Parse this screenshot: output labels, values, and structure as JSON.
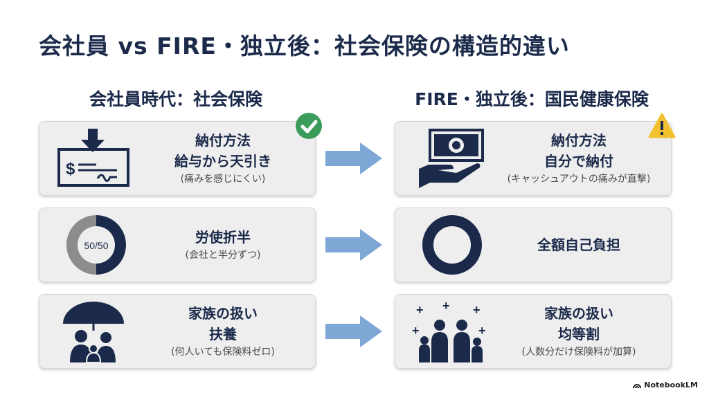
{
  "title": "会社員 vs FIRE・独立後：社会保険の構造的違い",
  "left_header": "会社員時代：社会保険",
  "right_header": "FIRE・独立後：国民健康保険",
  "rows": [
    {
      "left": {
        "main1": "納付方法",
        "main2": "給与から天引き",
        "sub": "(痛みを感じにくい)"
      },
      "right": {
        "main1": "納付方法",
        "main2": "自分で納付",
        "sub": "(キャッシュアウトの痛みが直撃)"
      }
    },
    {
      "left": {
        "main1": "労使折半",
        "sub": "(会社と半分ずつ)",
        "donut_label": "50/50"
      },
      "right": {
        "main1": "全額自己負担"
      }
    },
    {
      "left": {
        "main1": "家族の扱い",
        "main2": "扶養",
        "sub": "(何人いても保険料ゼロ)"
      },
      "right": {
        "main1": "家族の扱い",
        "main2": "均等割",
        "sub": "(人数分だけ保険料が加算)"
      }
    }
  ],
  "brand": "NotebookLM",
  "colors": {
    "navy": "#1b2a4a",
    "arrow": "#7fa7d6",
    "check": "#3a9b5a",
    "warning": "#f2c12e",
    "card_bg": "#eeeeee"
  },
  "icons": {
    "check_badge": "check-circle-icon",
    "warning_badge": "warning-triangle-icon",
    "row1_left": "paycheck-deduction-icon",
    "row1_right": "hand-holding-money-icon",
    "row2_left": "donut-50-50-icon",
    "row2_right": "full-ring-icon",
    "row3_left": "family-umbrella-icon",
    "row3_right": "family-plus-icon"
  }
}
